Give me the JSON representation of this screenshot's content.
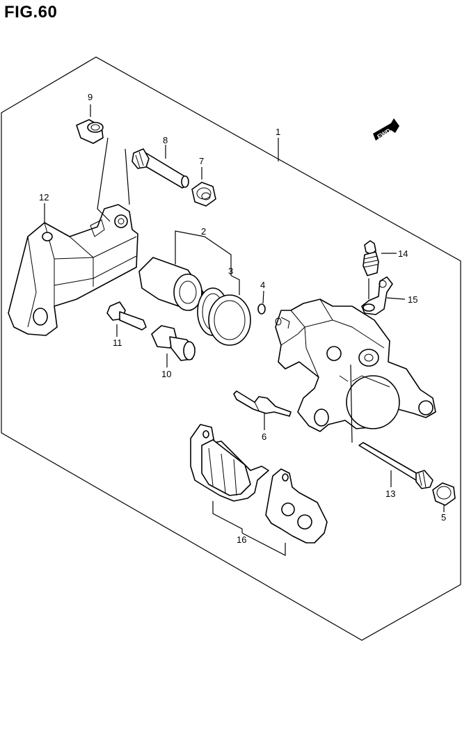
{
  "figure": {
    "title": "FIG.60"
  },
  "fwd_badge": {
    "label": "FWD"
  },
  "callouts": [
    "1",
    "2",
    "3",
    "4",
    "5",
    "6",
    "7",
    "8",
    "9",
    "10",
    "11",
    "12",
    "13",
    "14",
    "15",
    "16"
  ]
}
